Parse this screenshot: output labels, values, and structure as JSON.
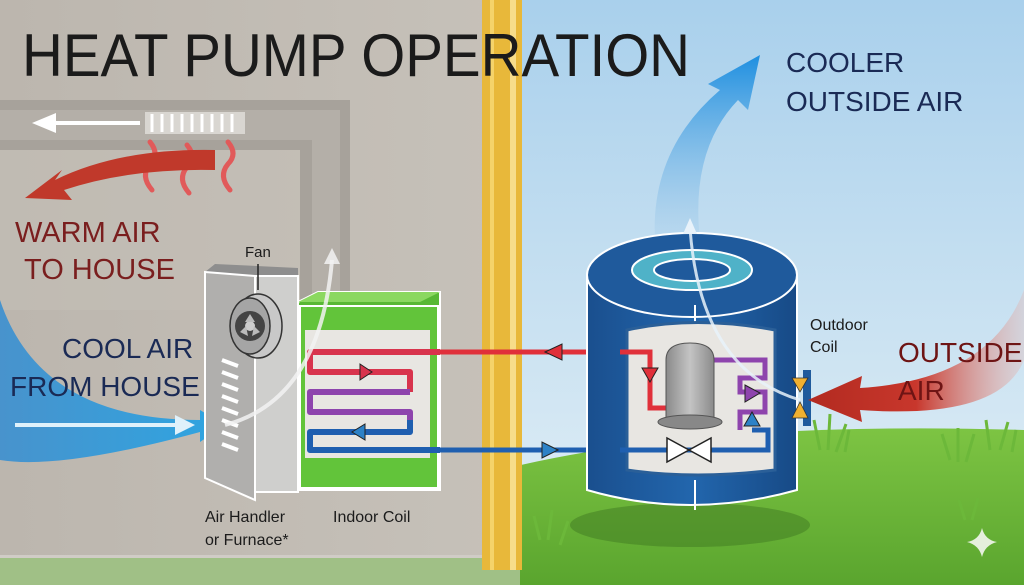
{
  "title": "HEAT PUMP OPERATION",
  "labels": {
    "warm_air_1": "WARM AIR",
    "warm_air_2": "TO HOUSE",
    "cool_air_1": "COOL AIR",
    "cool_air_2": "FROM HOUSE",
    "cooler_1": "COOLER",
    "cooler_2": "OUTSIDE AIR",
    "outside_1": "OUTSIDE",
    "outside_2": "AIR",
    "fan": "Fan",
    "air_handler_1": "Air Handler",
    "air_handler_2": "or Furnace*",
    "indoor_coil": "Indoor Coil",
    "outdoor_coil_1": "Outdoor",
    "outdoor_coil_2": "Coil"
  },
  "colors": {
    "warm": "#c0392b",
    "cool": "#2a9fdc",
    "unit_blue": "#1d5a9c",
    "coil_green": "#62c43a",
    "refrigerant_hot": "#e0303a",
    "refrigerant_mid": "#8e44ad",
    "refrigerant_cold": "#1f5fb0"
  }
}
